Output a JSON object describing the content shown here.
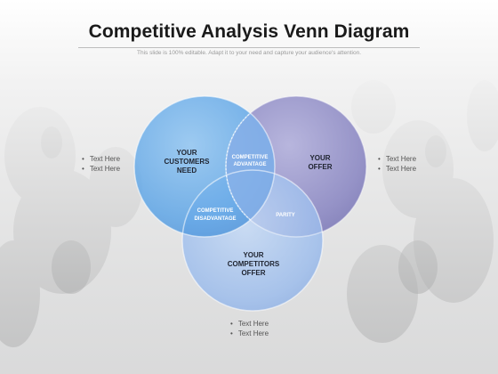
{
  "title": "Competitive Analysis Venn Diagram",
  "subtitle": "This slide is 100% editable. Adapt it to your need and capture your audience's attention.",
  "circles": {
    "customers": {
      "line1": "YOUR",
      "line2": "CUSTOMERS",
      "line3": "NEED"
    },
    "offer": {
      "line1": "YOUR",
      "line2": "OFFER"
    },
    "competitors": {
      "line1": "YOUR",
      "line2": "COMPETITORS",
      "line3": "OFFER"
    }
  },
  "overlaps": {
    "competitive_advantage": {
      "line1": "COMPETITIVE",
      "line2": "ADVANTAGE"
    },
    "competitive_disadvantage": {
      "line1": "COMPETITIVE",
      "line2": "DISADVANTAGE"
    },
    "parity": "PARITY"
  },
  "bullets": {
    "left": [
      "Text Here",
      "Text Here"
    ],
    "right": [
      "Text Here",
      "Text Here"
    ],
    "bottom": [
      "Text Here",
      "Text Here"
    ]
  },
  "colors": {
    "customers": "#5aa3e6",
    "offer": "#8e8bc4",
    "competitors": "#93b6ea"
  }
}
